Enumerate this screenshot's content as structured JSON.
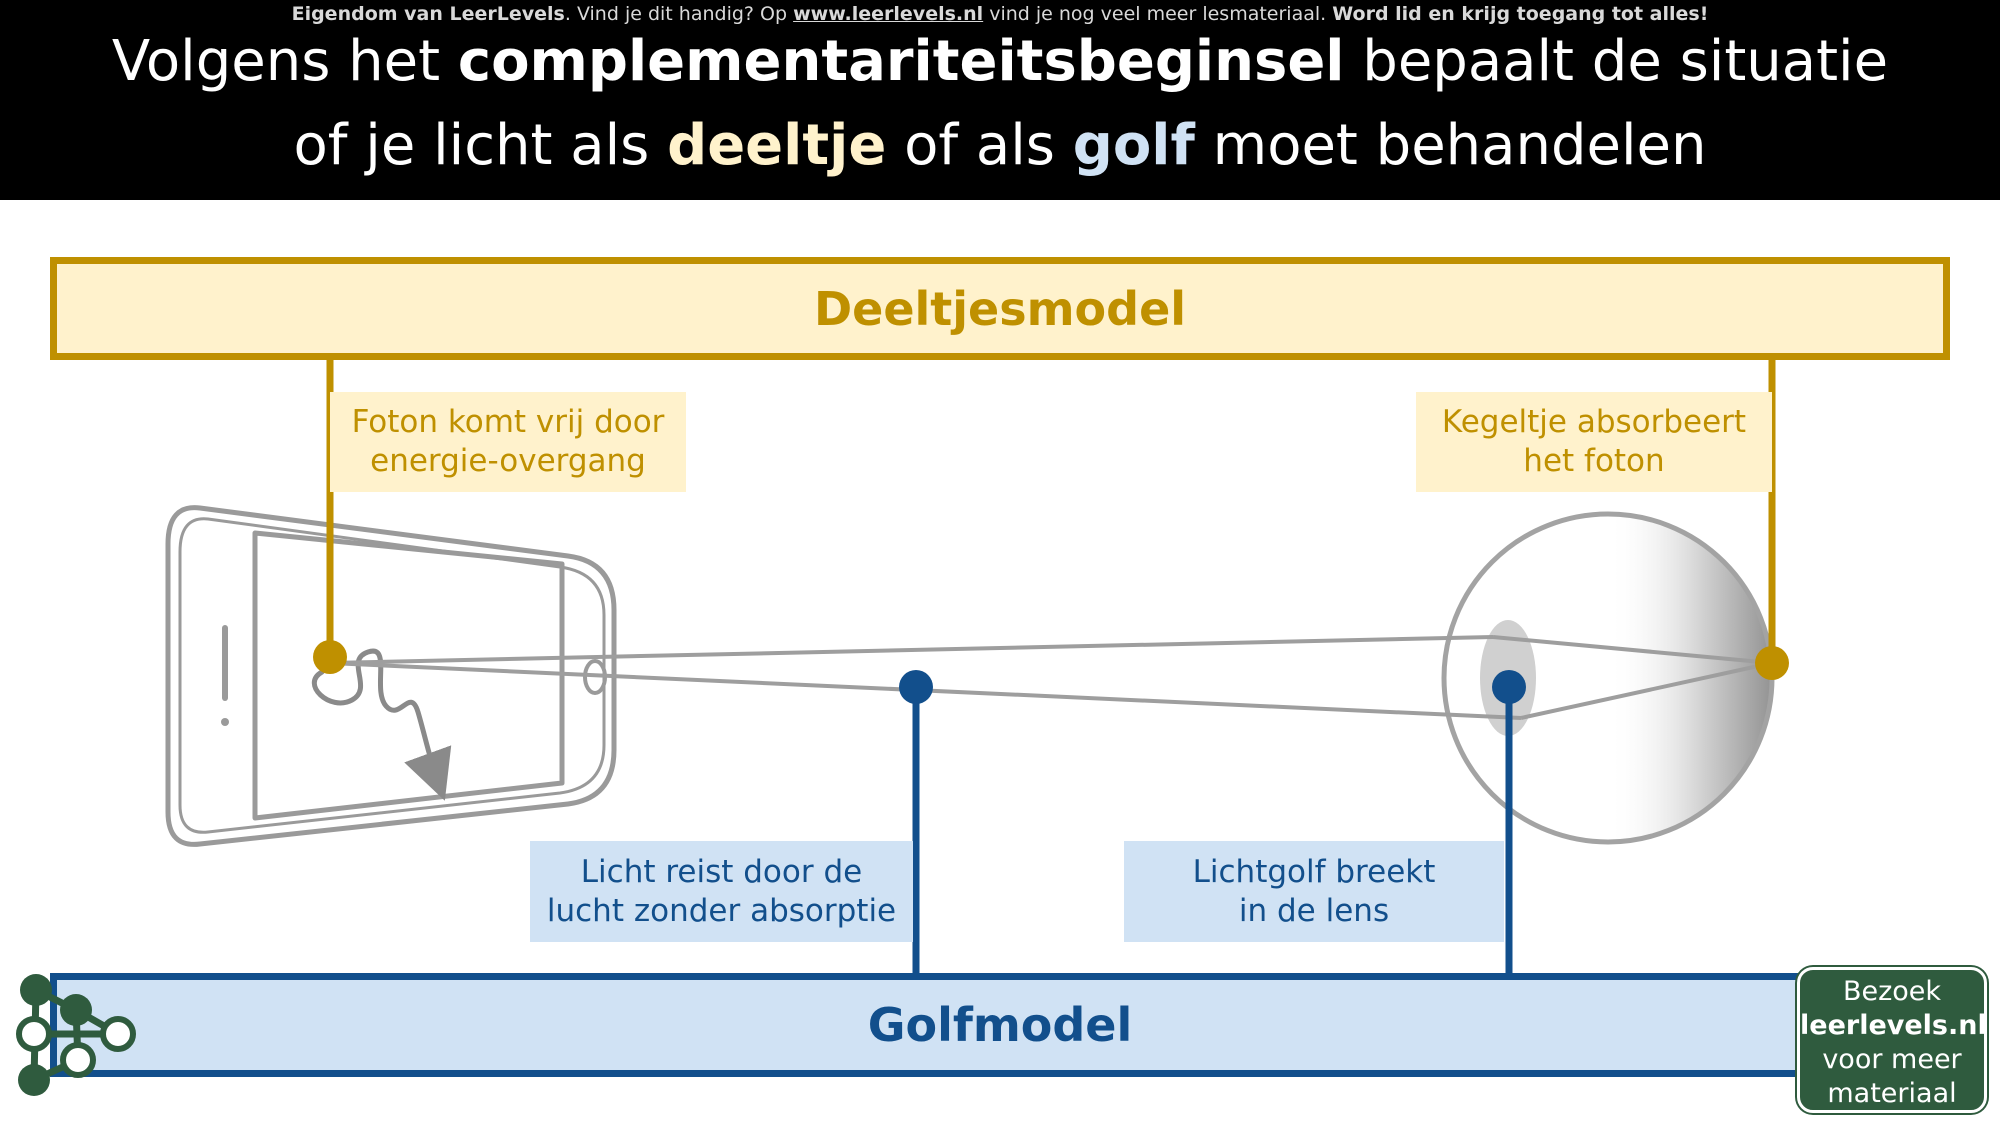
{
  "header": {
    "copyright": {
      "owner_prefix": "Eigendom van LeerLevels",
      "text_1": ". Vind je dit handig? Op ",
      "url": "www.leerlevels.nl",
      "text_2": " vind je nog veel meer lesmateriaal. ",
      "cta": "Word lid en krijg toegang tot alles!"
    },
    "title": {
      "part_1": "Volgens het ",
      "bold_term": "complementariteitsbeginsel",
      "part_2": " bepaalt de situatie",
      "part_3": "of je licht als ",
      "deeltje": "deeltje",
      "part_4": " of als ",
      "golf": "golf",
      "part_5": " moet behandelen"
    }
  },
  "models": {
    "particle": "Deeltjesmodel",
    "wave": "Golfmodel"
  },
  "labels": {
    "photon_release": "Foton komt vrij door\nenergie-overgang",
    "cone_absorbs": "Kegeltje absorbeert\nhet foton",
    "travels_air": "Licht reist door de\nlucht zonder absorptie",
    "refracts_lens": "Lichtgolf  breekt\nin de lens"
  },
  "visit_button": {
    "line_1": "Bezoek",
    "line_2": "leerlevels.nl",
    "line_3": "voor meer",
    "line_4": "materiaal"
  },
  "icons": [
    "phone-icon",
    "eye-icon",
    "photon-wave-arrow-icon",
    "leerlevels-logo-icon"
  ],
  "colors": {
    "particle_accent": "#bf9000",
    "particle_fill": "#fff2cc",
    "wave_accent": "#124f8c",
    "wave_fill": "#d0e2f4",
    "header_bg": "#000000",
    "brand_green": "#2f5b3e"
  }
}
